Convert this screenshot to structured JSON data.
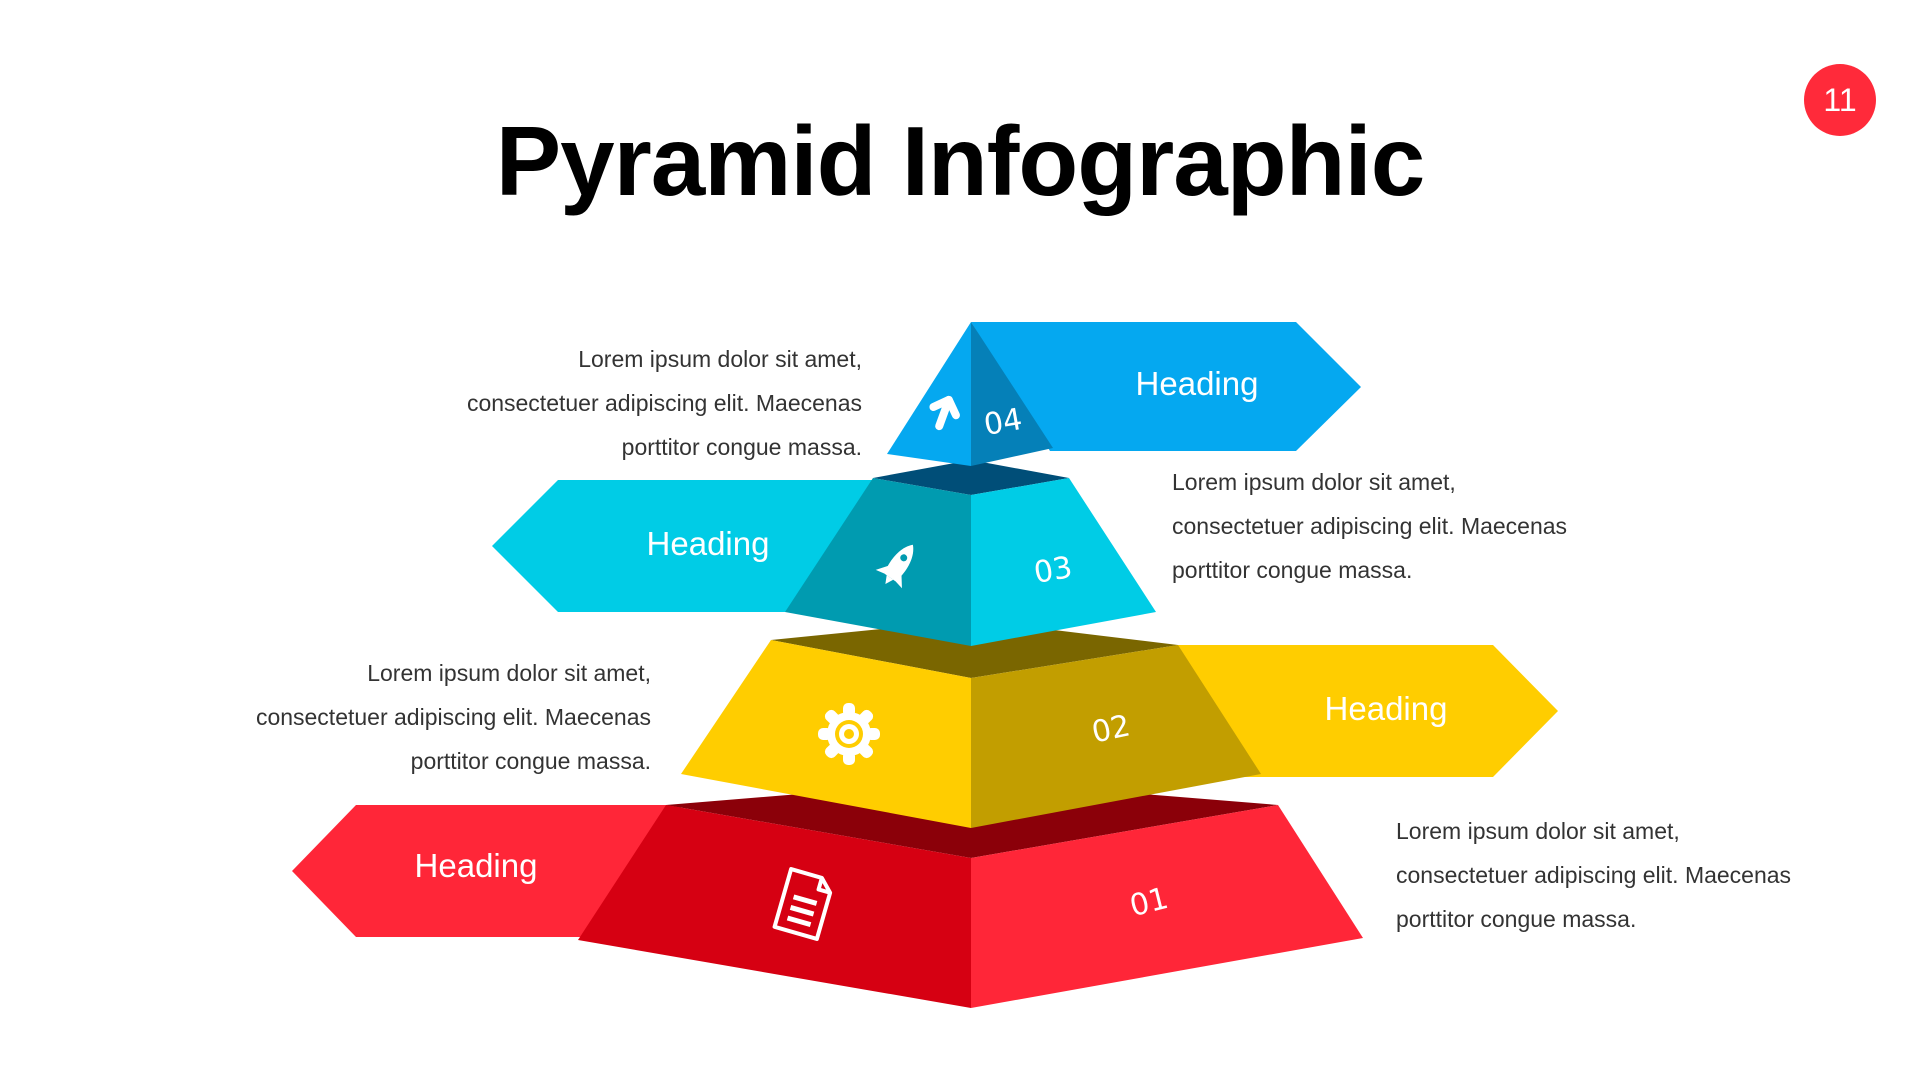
{
  "slide": {
    "title": "Pyramid Infographic",
    "page_number": "11"
  },
  "colors": {
    "blue": "#05a8f0",
    "blue_dark": "#0580b8",
    "blue_top": "#004e78",
    "cyan": "#00cce6",
    "cyan_dark": "#009bb0",
    "cyan_top": "#7a6600",
    "yellow": "#ffcd00",
    "yellow_dark": "#c29e00",
    "yellow_top": "#8b0009",
    "red": "#ff2638",
    "red_dark": "#d60012",
    "badge": "#ff2a3a"
  },
  "tiers": [
    {
      "number": "04",
      "heading": "Heading",
      "icon": "arrow-up-icon",
      "text": [
        "Lorem ipsum dolor sit amet,",
        "consectetuer adipiscing elit. Maecenas",
        "porttitor congue massa."
      ]
    },
    {
      "number": "03",
      "heading": "Heading",
      "icon": "rocket-icon",
      "text": [
        "Lorem ipsum dolor sit amet,",
        "consectetuer adipiscing elit. Maecenas",
        "porttitor congue massa."
      ]
    },
    {
      "number": "02",
      "heading": "Heading",
      "icon": "gear-icon",
      "text": [
        "Lorem ipsum dolor sit amet,",
        "consectetuer adipiscing elit. Maecenas",
        "porttitor congue massa."
      ]
    },
    {
      "number": "01",
      "heading": "Heading",
      "icon": "document-icon",
      "text": [
        "Lorem ipsum dolor sit amet,",
        "consectetuer adipiscing elit. Maecenas",
        "porttitor congue massa."
      ]
    }
  ]
}
